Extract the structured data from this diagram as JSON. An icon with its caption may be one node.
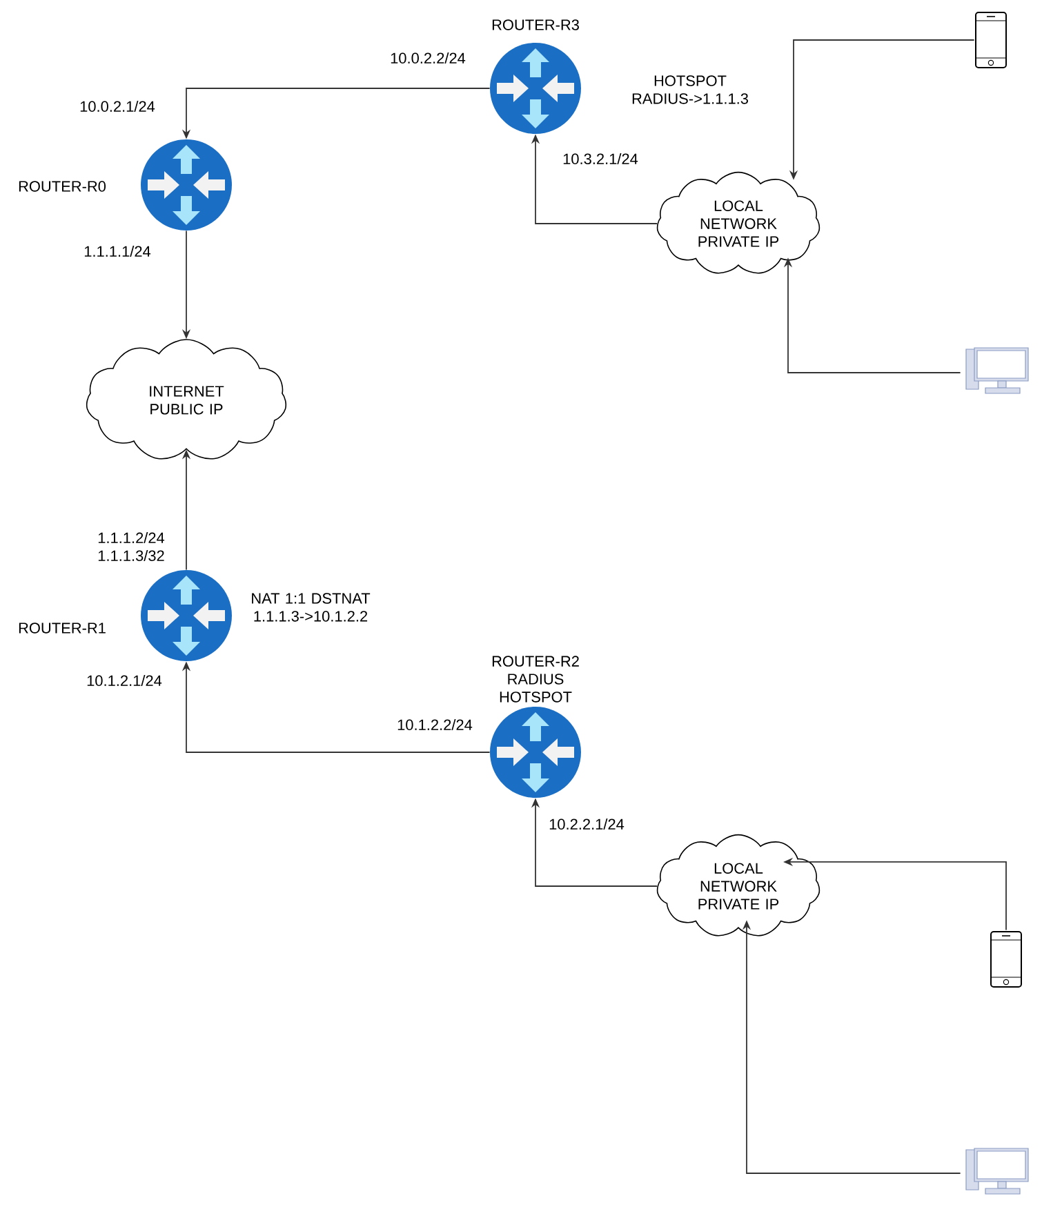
{
  "diagram": {
    "nodes": [
      {
        "text": [
          "ROUTER-R3"
        ],
        "beside": [
          "HOTSPOT RADIUS->1.1.1.3"
        ]
      },
      {
        "text": [
          "ROUTER-R0"
        ]
      },
      {
        "text": [
          "INTERNET PUBLIC IP"
        ]
      },
      {
        "text": [
          "ROUTER-R1"
        ],
        "beside": [
          "NAT 1:1 DSTNAT 1.1.1.3->10.1.2.2"
        ]
      },
      {
        "text": [
          "ROUTER-R2 RADIUS HOTSPOT"
        ]
      },
      {
        "text": [
          "LOCAL NETWORK PRIVATE IP"
        ]
      },
      {
        "text": [],
        "shape": "phone"
      },
      {
        "text": [],
        "shape": "computer"
      },
      {
        "text": [
          "LOCAL NETWORK PRIVATE IP"
        ]
      },
      {
        "text": [],
        "shape": "phone"
      },
      {
        "text": [],
        "shape": "computer"
      }
    ],
    "edges": [
      {
        "from": 0,
        "to": 1,
        "arrow": "to"
      },
      {
        "from": 1,
        "to": 2,
        "arrow": "to"
      },
      {
        "from": 3,
        "to": 2,
        "arrow": "to"
      },
      {
        "from": 4,
        "to": 3,
        "arrow": "to"
      },
      {
        "from": 5,
        "to": 0,
        "arrow": "to"
      },
      {
        "from": 6,
        "to": 5,
        "arrow": "to"
      },
      {
        "from": 7,
        "to": 5,
        "arrow": "to"
      },
      {
        "from": 8,
        "to": 4,
        "arrow": "to"
      },
      {
        "from": 9,
        "to": 8,
        "arrow": "to"
      },
      {
        "from": 10,
        "to": 8,
        "arrow": "to"
      }
    ],
    "labels": [
      "10.0.2.2/24",
      "10.0.2.1/24",
      "10.3.2.1/24",
      "1.1.1.1/24",
      "1.1.1.2/24 1.1.1.3/32",
      "10.1.2.1/24",
      "10.1.2.2/24",
      "10.2.2.1/24"
    ]
  }
}
